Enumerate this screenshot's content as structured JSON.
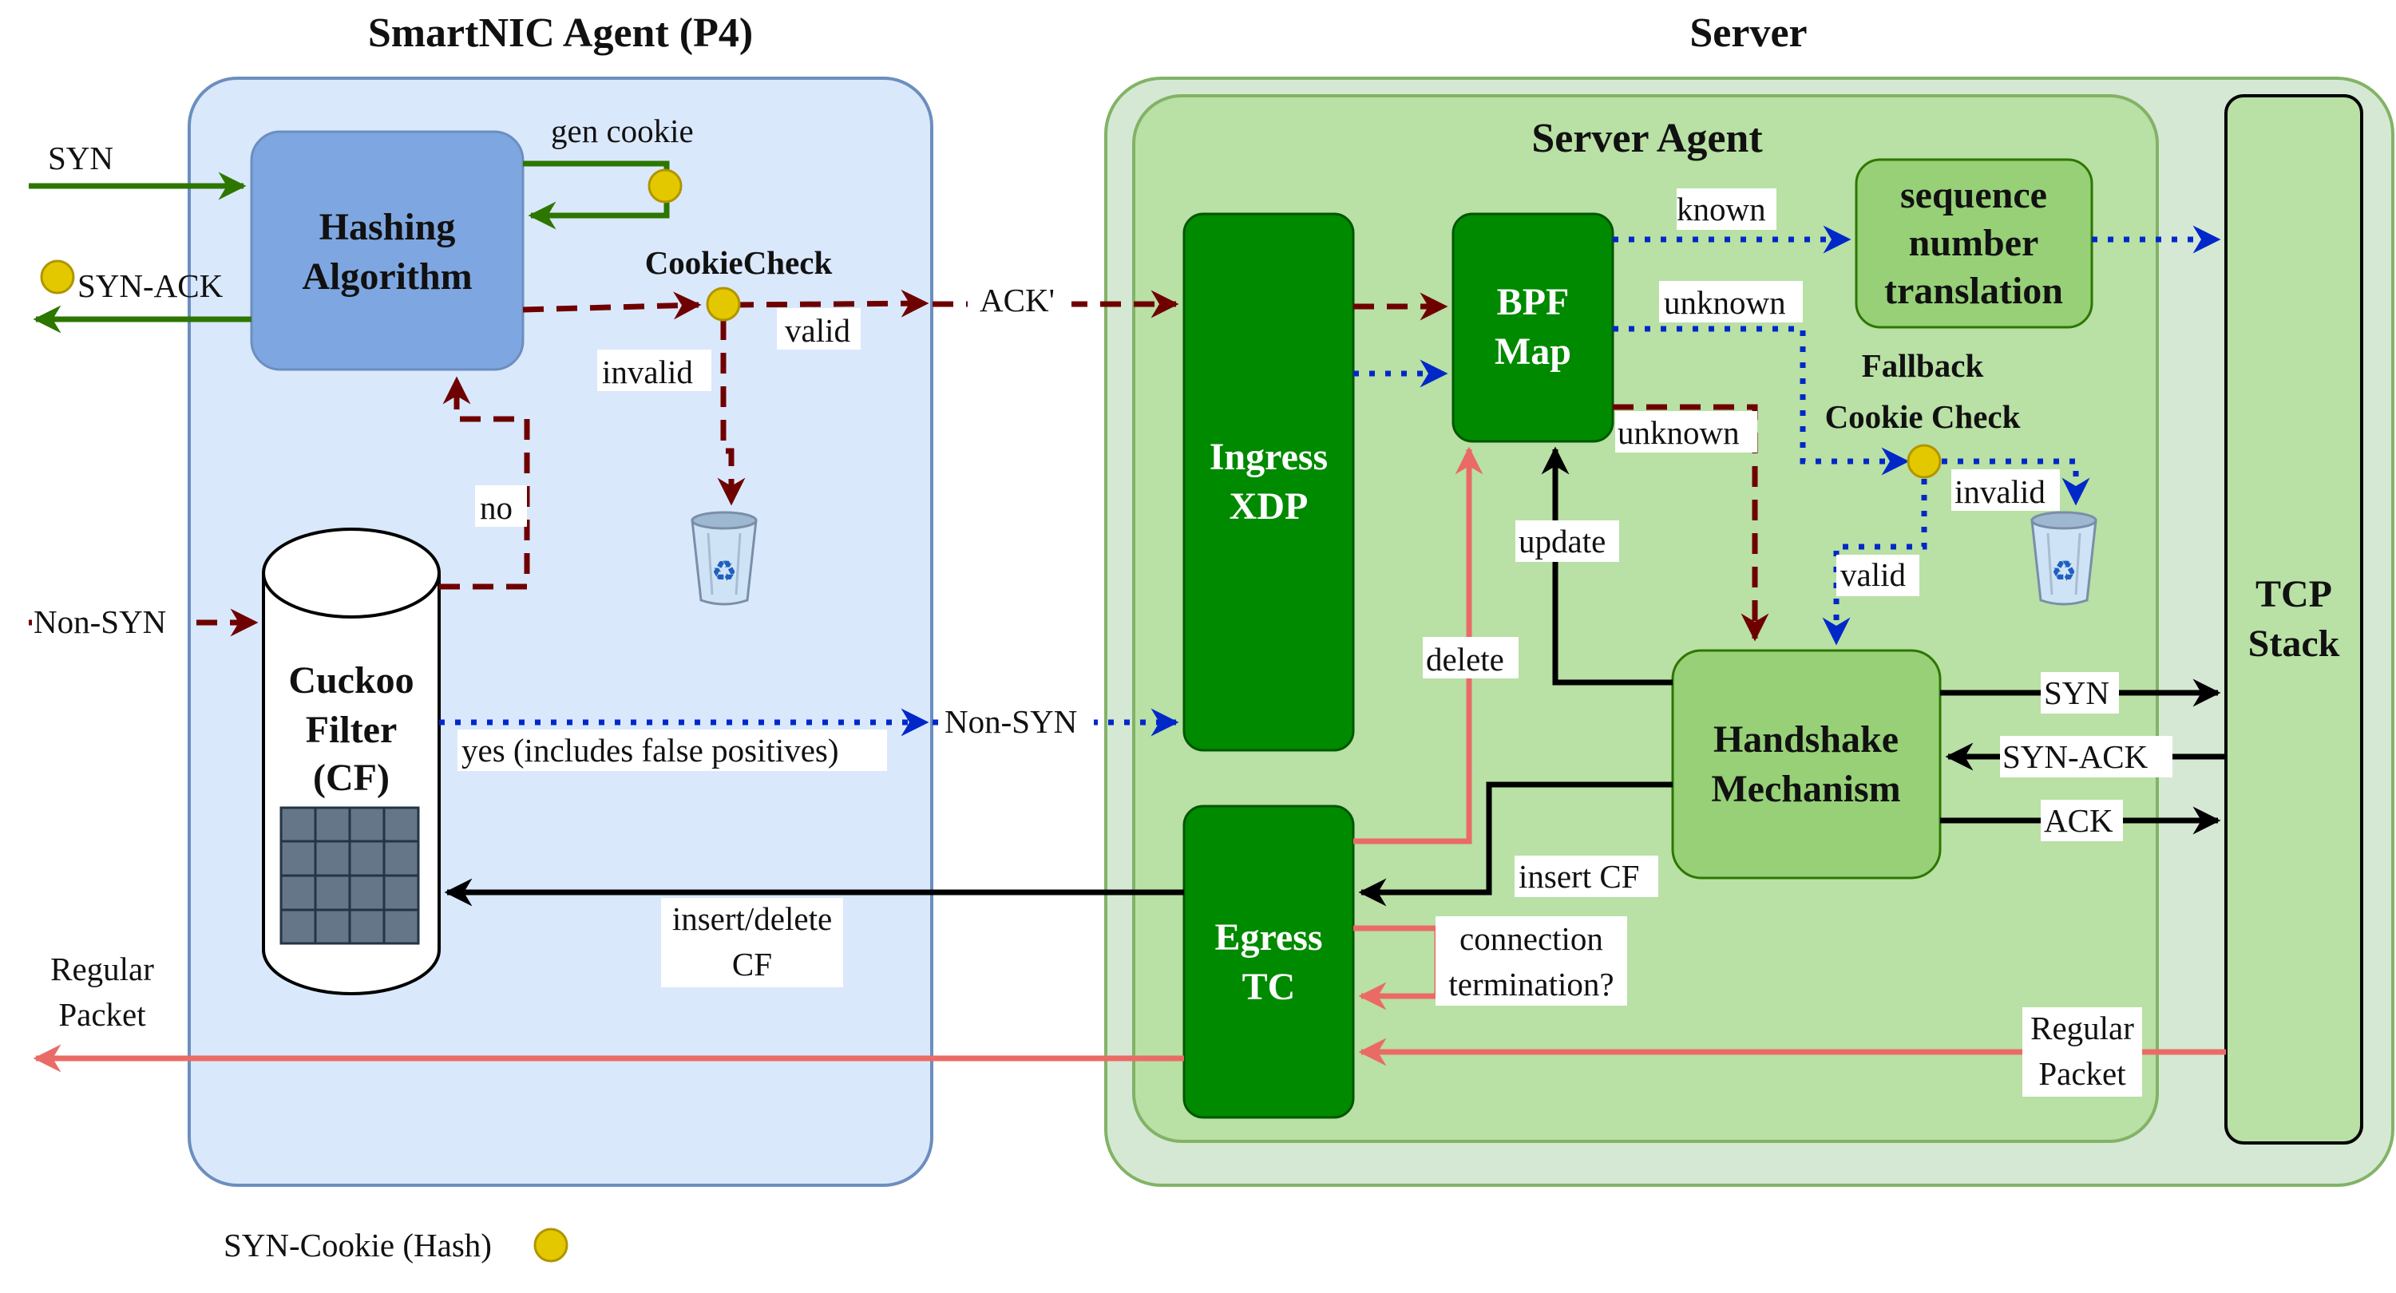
{
  "titles": {
    "smartnic": "SmartNIC Agent (P4)",
    "server": "Server",
    "server_agent": "Server Agent"
  },
  "boxes": {
    "hashing": [
      "Hashing",
      "Algorithm"
    ],
    "cuckoo": [
      "Cuckoo",
      "Filter",
      "(CF)"
    ],
    "ingress": [
      "Ingress",
      "XDP"
    ],
    "egress": [
      "Egress",
      "TC"
    ],
    "bpf": [
      "BPF",
      "Map"
    ],
    "seqnum": [
      "sequence",
      "number",
      "translation"
    ],
    "handshake": [
      "Handshake",
      "Mechanism"
    ],
    "tcp": [
      "TCP",
      "Stack"
    ]
  },
  "labels": {
    "syn_in": "SYN",
    "synack_out": "SYN-ACK",
    "gen_cookie": "gen cookie",
    "cookie_check": "CookieCheck",
    "valid_left": "valid",
    "invalid_left": "invalid",
    "ack_prime": "ACK'",
    "no": "no",
    "non_syn_in": "Non-SYN",
    "yes_cf": "yes (includes false positives)",
    "non_syn_mid": "Non-SYN",
    "insert_delete_cf": [
      "insert/delete",
      "CF"
    ],
    "regular_packet_out": [
      "Regular",
      "Packet"
    ],
    "known": "known",
    "unknown_top": "unknown",
    "unknown_bottom": "unknown",
    "fallback": [
      "Fallback",
      "Cookie Check"
    ],
    "invalid_right": "invalid",
    "valid_right": "valid",
    "update": "update",
    "delete": "delete",
    "insert_cf": "insert CF",
    "connection_termination": [
      "connection",
      "termination?"
    ],
    "syn_tcp": "SYN",
    "synack_tcp": "SYN-ACK",
    "ack_tcp": "ACK",
    "regular_packet_in": [
      "Regular",
      "Packet"
    ],
    "legend": "SYN-Cookie (Hash)"
  },
  "colors": {
    "smartnic_bg": "#dae8fc",
    "smartnic_border": "#6c8ebf",
    "server_bg": "#d5e8d4",
    "agent_bg": "#b9e0a5",
    "agent_border": "#82b366",
    "dark_green": "#008a00",
    "light_green": "#97d077",
    "hashing": "#7ea6e0",
    "green_arrow": "#2d7600",
    "dark_red": "#6f0000",
    "blue_dotted": "#0028c8",
    "salmon": "#ea6b66",
    "cookie": "#e3c800"
  },
  "icons": {
    "cookie": "cookie-dot-icon",
    "trash": "recycle-bin-icon"
  }
}
